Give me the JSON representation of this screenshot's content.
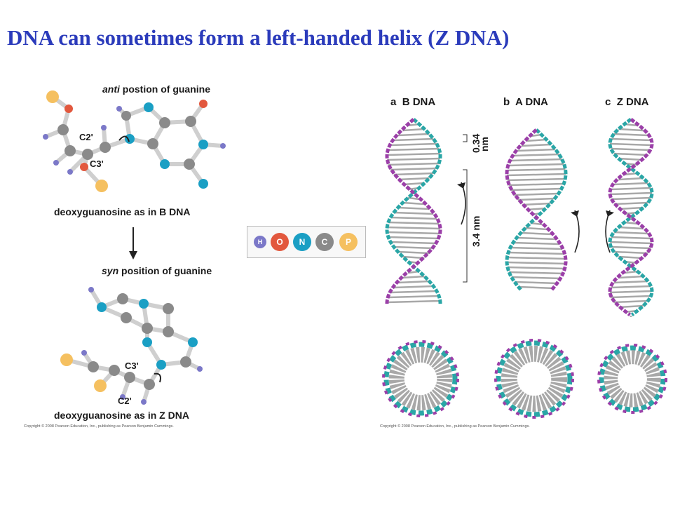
{
  "title": "DNA can sometimes  form a left-handed helix (Z DNA)",
  "left_figure": {
    "anti_caption_em": "anti",
    "anti_caption_rest": " postion of guanine",
    "b_caption": "deoxyguanosine as in B DNA",
    "syn_caption_em": "syn",
    "syn_caption_rest": " position of guanine",
    "z_caption": "deoxyguanosine as in Z DNA",
    "c2_label": "C2'",
    "c3_label": "C3'",
    "copyright": "Copyright © 2008 Pearson Education, Inc., publishing as Pearson Benjamin Cummings."
  },
  "legend": {
    "items": [
      {
        "symbol": "H",
        "color": "#7b78c8"
      },
      {
        "symbol": "O",
        "color": "#e2583e"
      },
      {
        "symbol": "N",
        "color": "#1a9fc4"
      },
      {
        "symbol": "C",
        "color": "#8a8a8a"
      },
      {
        "symbol": "P",
        "color": "#f5c060"
      }
    ]
  },
  "right_figure": {
    "panels": [
      {
        "letter": "a",
        "name": "B DNA"
      },
      {
        "letter": "b",
        "name": "A DNA"
      },
      {
        "letter": "c",
        "name": "Z DNA"
      }
    ],
    "rise_label_1": "0.34",
    "rise_label_2": "nm",
    "pitch_label": "3.4 nm",
    "copyright": "Copyright © 2008 Pearson Education, Inc., publishing as Pearson Benjamin Cummings."
  },
  "colors": {
    "title": "#2b3bbb",
    "strand_a": "#2aa6a6",
    "strand_b": "#9b3fa8",
    "bases": "#a8a8a8"
  }
}
